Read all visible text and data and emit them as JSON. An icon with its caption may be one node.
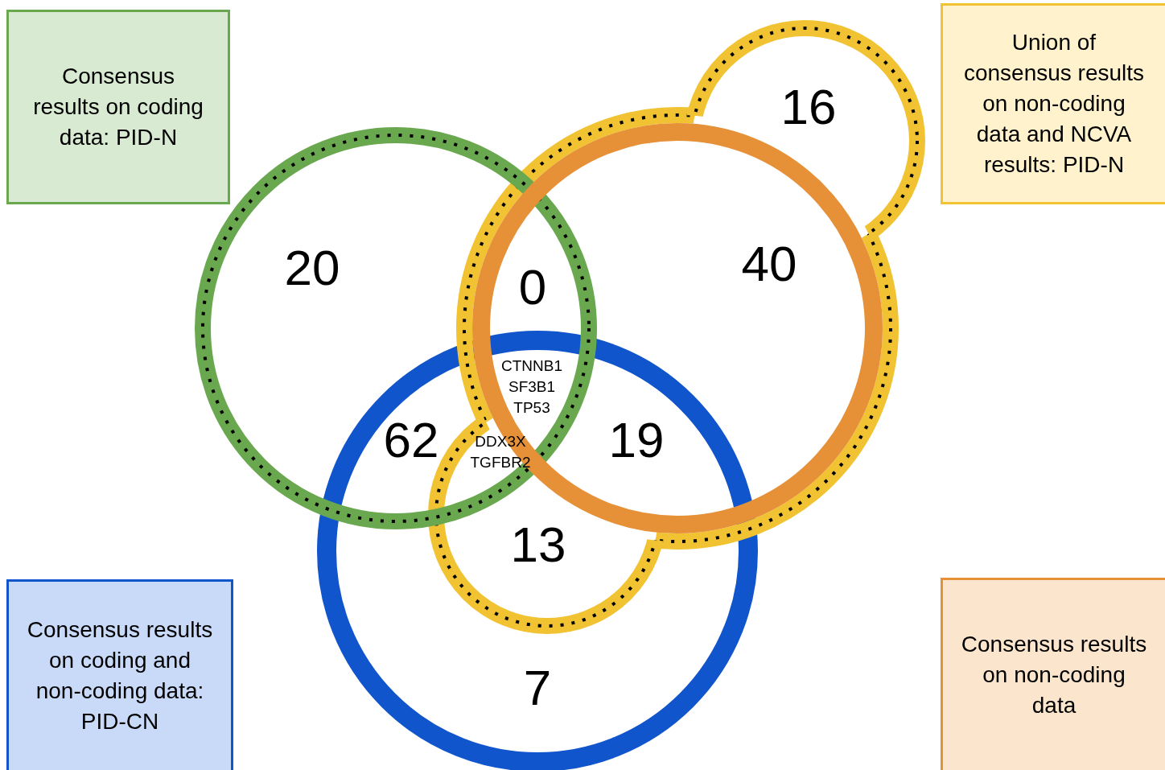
{
  "diagram": {
    "nodes": [
      {
        "text": [
          "Consensus results on coding data: PID-N"
        ]
      },
      {
        "text": [
          "Union of consensus results on non-coding data and NCVA results: PID-N"
        ]
      },
      {
        "text": [
          "Consensus results on coding and non-coding data: PID-CN"
        ]
      },
      {
        "text": [
          "Consensus results on non-coding data"
        ]
      }
    ],
    "labels": [
      "16",
      "20",
      "40",
      "0",
      "CTNNB1 SF3B1 TP53",
      "62",
      "DDX3X TGFBR2",
      "19",
      "13",
      "7"
    ]
  }
}
